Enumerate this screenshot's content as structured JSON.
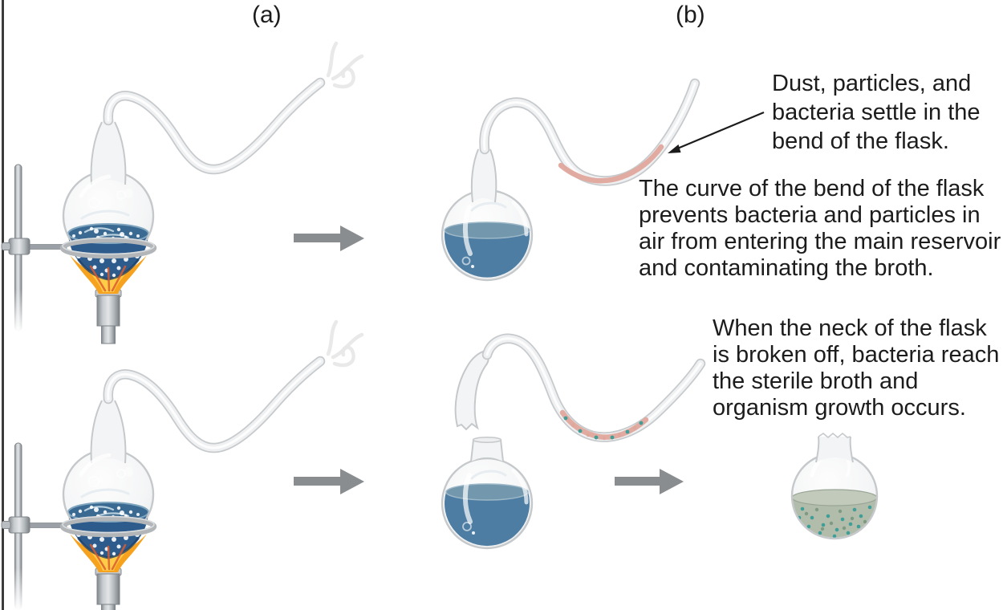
{
  "panel_labels": {
    "a": "(a)",
    "b": "(b)"
  },
  "annotations": {
    "dust": {
      "lines": [
        "Dust, particles, and",
        "bacteria settle in the",
        "bend of the flask."
      ]
    },
    "curve": {
      "lines": [
        "The curve of the bend of the flask",
        "prevents bacteria and particles in",
        "air from entering the main reservoir",
        "and contaminating the broth."
      ]
    },
    "broken": {
      "lines": [
        "When the neck of the flask",
        "is broken off, bacteria reach",
        "the sterile broth and",
        "organism growth occurs."
      ]
    }
  },
  "icons": {
    "heated-flask-icon": "swan-neck flask boiling over burner flame on ring stand",
    "steam-icon": "vapor wisps at open tube tip",
    "sterile-flask-icon": "swan-neck flask with blue broth, dust trapped in bend",
    "broken-neck-flask-icon": "flask with neck snapped off, dust entering tube",
    "contaminated-flask-icon": "broken-neck flask with cloudy broth and bacterial growth",
    "arrow-right-icon": "gray progression arrow",
    "pointer-arrow-icon": "thin black callout arrow"
  },
  "colors": {
    "brothSurface": "#7397ad",
    "brothBody": "#4d7da3",
    "boilSurface": "#3a6a92",
    "boilBody": "#2d5c8c",
    "contamSurface": "#c2cabb",
    "contamBody": "#b2bcab",
    "bacteriaTeal": "#3f9e98",
    "dustPink": "#dfa79c",
    "flameOrange": "#f6a21e",
    "flameYellow": "#ffcf4a",
    "flameRed": "#dc5a2e",
    "arrowGray": "#898d90",
    "glassFill": "#f3f4f5",
    "glassEdge": "#c6c9cb",
    "tubeFill": "#eef0f1",
    "tubeEdge": "#c7cacc",
    "steamGray": "#e8e8e8",
    "ink": "#1c1c1c",
    "borderLine": "#3b3b3b"
  }
}
